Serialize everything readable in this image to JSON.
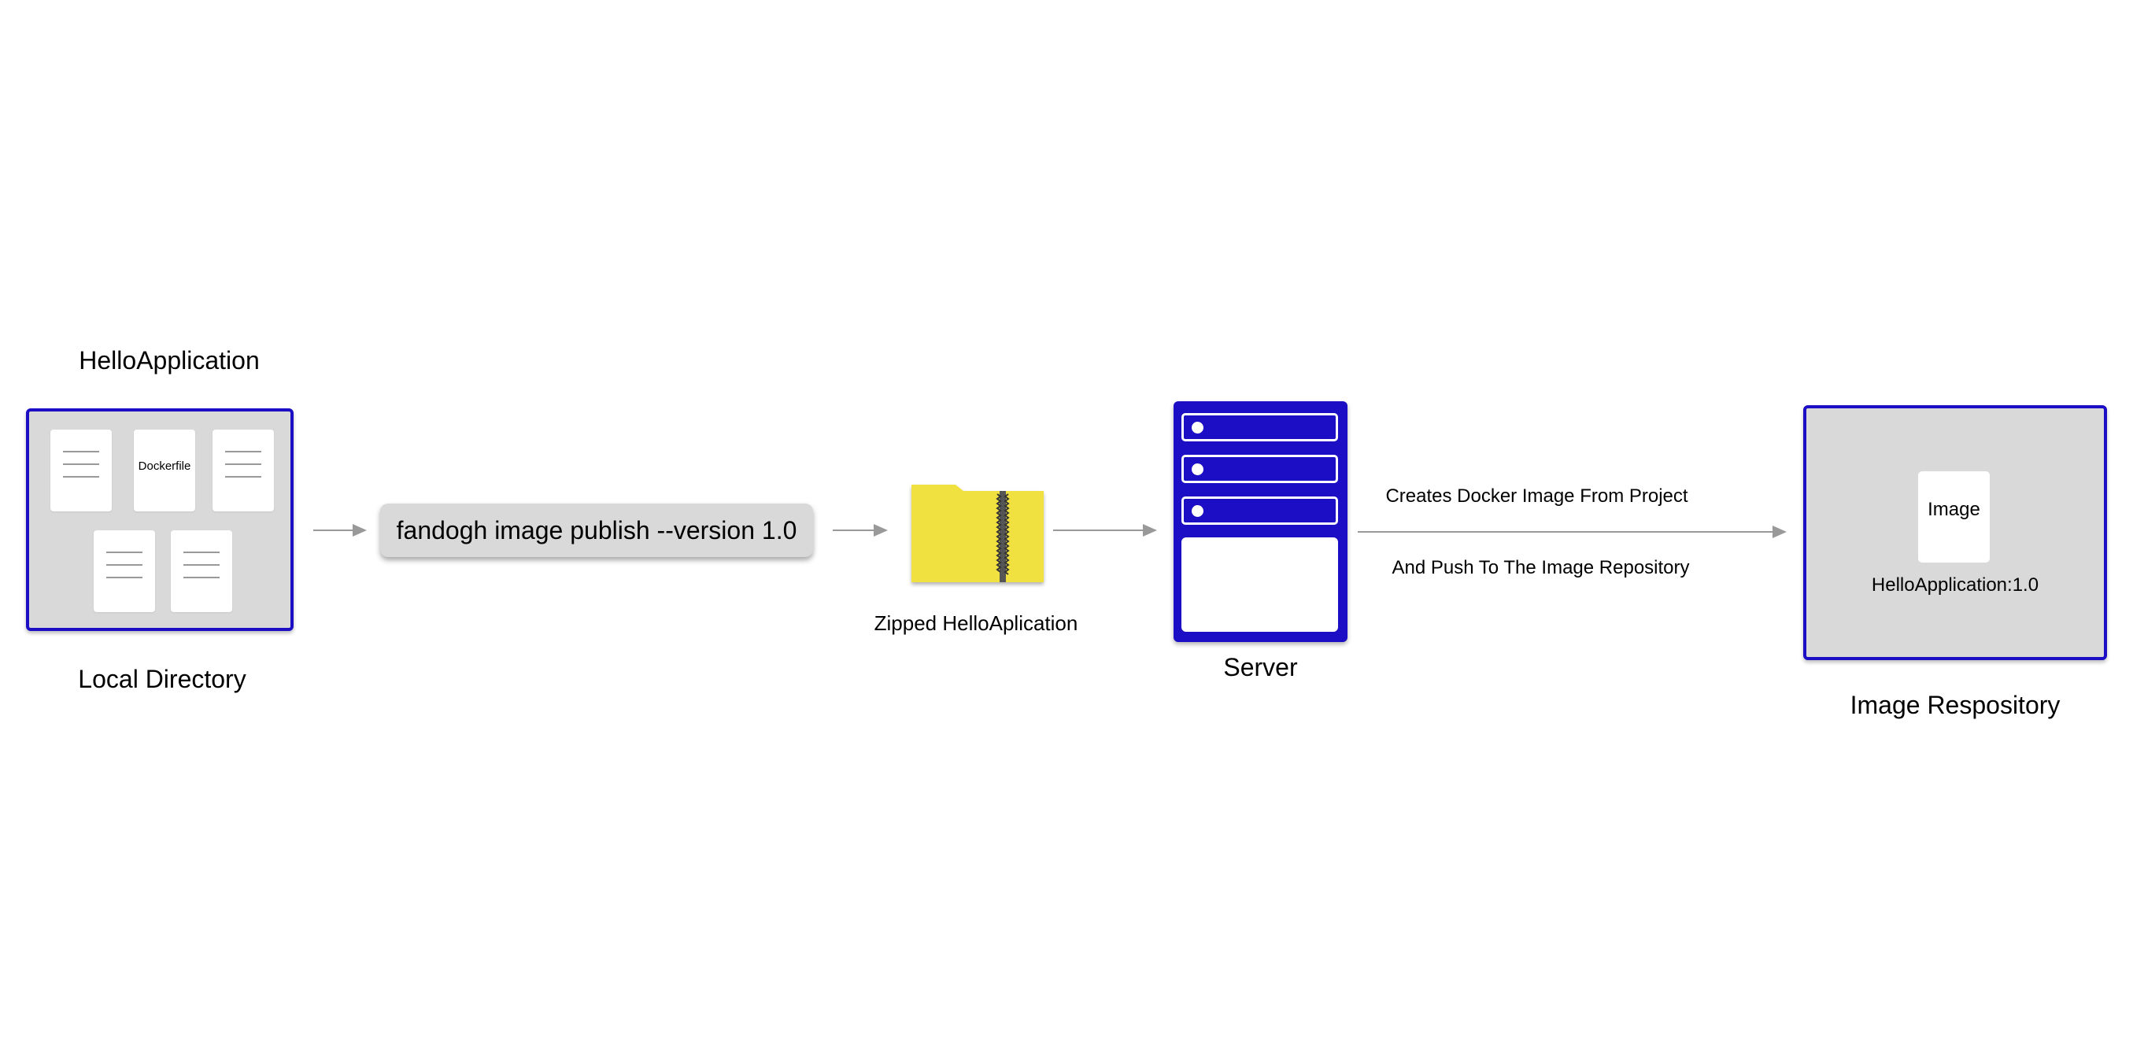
{
  "local": {
    "title": "HelloApplication",
    "caption": "Local Directory",
    "dockerfile_label": "Dockerfile"
  },
  "command": {
    "text": "fandogh image publish --version 1.0"
  },
  "zip": {
    "caption": "Zipped HelloAplication"
  },
  "server": {
    "caption": "Server"
  },
  "arrow_note": {
    "line1": "Creates Docker Image From Project",
    "line2": "And Push To The Image Repository"
  },
  "repository": {
    "card_label": "Image",
    "image_tag": "HelloApplication:1.0",
    "caption": "Image Respository"
  },
  "colors": {
    "accent_blue": "#1b0ec4",
    "panel_gray": "#d9d9d9",
    "folder_yellow": "#f0e040",
    "arrow_gray": "#999999"
  },
  "icons": [
    "document-icon",
    "zip-folder-icon",
    "server-icon",
    "arrow-right-icon"
  ]
}
